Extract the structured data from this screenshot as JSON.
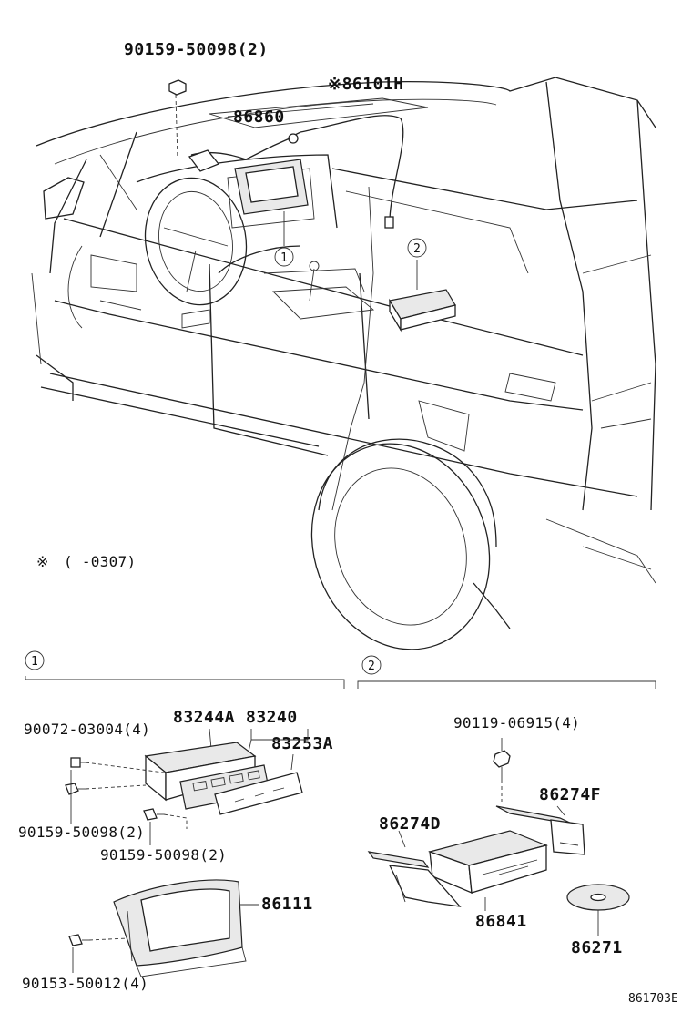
{
  "top_view": {
    "label_bolt_top": "90159-50098(2)",
    "label_antenna": "※86101H",
    "label_harness": "86860",
    "callout_1": "1",
    "callout_2": "2",
    "footnote_mark": "※",
    "footnote_text": "(      -0307)"
  },
  "section_1": {
    "header_number": "1",
    "label_83244A": "83244A",
    "label_83240": "83240",
    "label_83253A": "83253A",
    "label_screw_90072": "90072-03004(4)",
    "label_screw_90159_a": "90159-50098(2)",
    "label_screw_90159_b": "90159-50098(2)",
    "label_display": "86111",
    "label_screw_90153": "90153-50012(4)"
  },
  "section_2": {
    "header_number": "2",
    "label_bolt_90119": "90119-06915(4)",
    "label_bracket_f": "86274F",
    "label_bracket_d": "86274D",
    "label_unit": "86841",
    "label_disc": "86271"
  },
  "diagram_code": "861703E"
}
